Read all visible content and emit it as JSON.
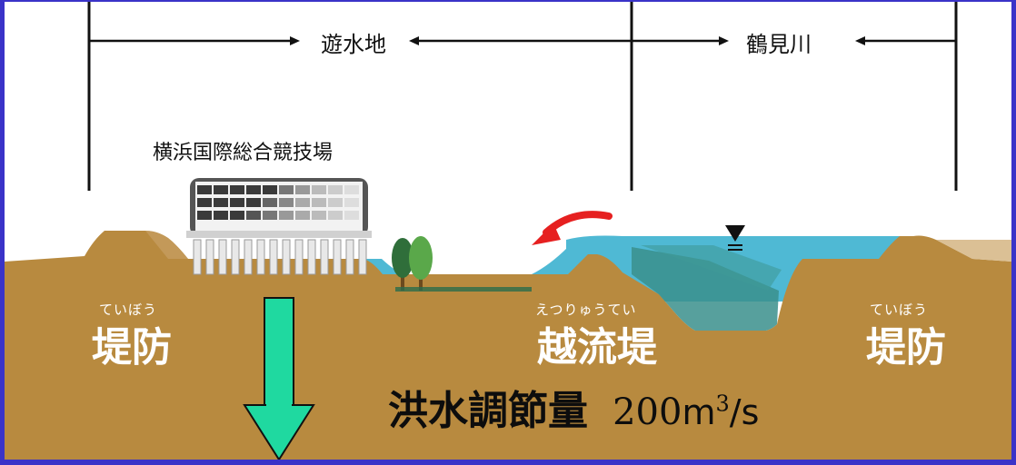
{
  "spans": {
    "retention_basin": "遊水地",
    "river": "鶴見川"
  },
  "building": {
    "label": "横浜国際総合競技場"
  },
  "embankments": {
    "left": {
      "ruby": "ていぼう",
      "label": "堤防"
    },
    "weir": {
      "ruby": "えつりゅうてい",
      "label": "越流堤"
    },
    "right": {
      "ruby": "ていぼう",
      "label": "堤防"
    }
  },
  "flood_control": {
    "label": "洪水調節量",
    "value": "200",
    "unit_base": "m",
    "unit_exp": "3",
    "unit_tail": "/s"
  },
  "colors": {
    "frame": "#3a33c8",
    "ground": "#b88a3f",
    "water": "#4fb9d4",
    "water_dark": "#3a8f8c",
    "arrow_green": "#1fd9a0",
    "flow_arrow_red": "#e62020"
  }
}
